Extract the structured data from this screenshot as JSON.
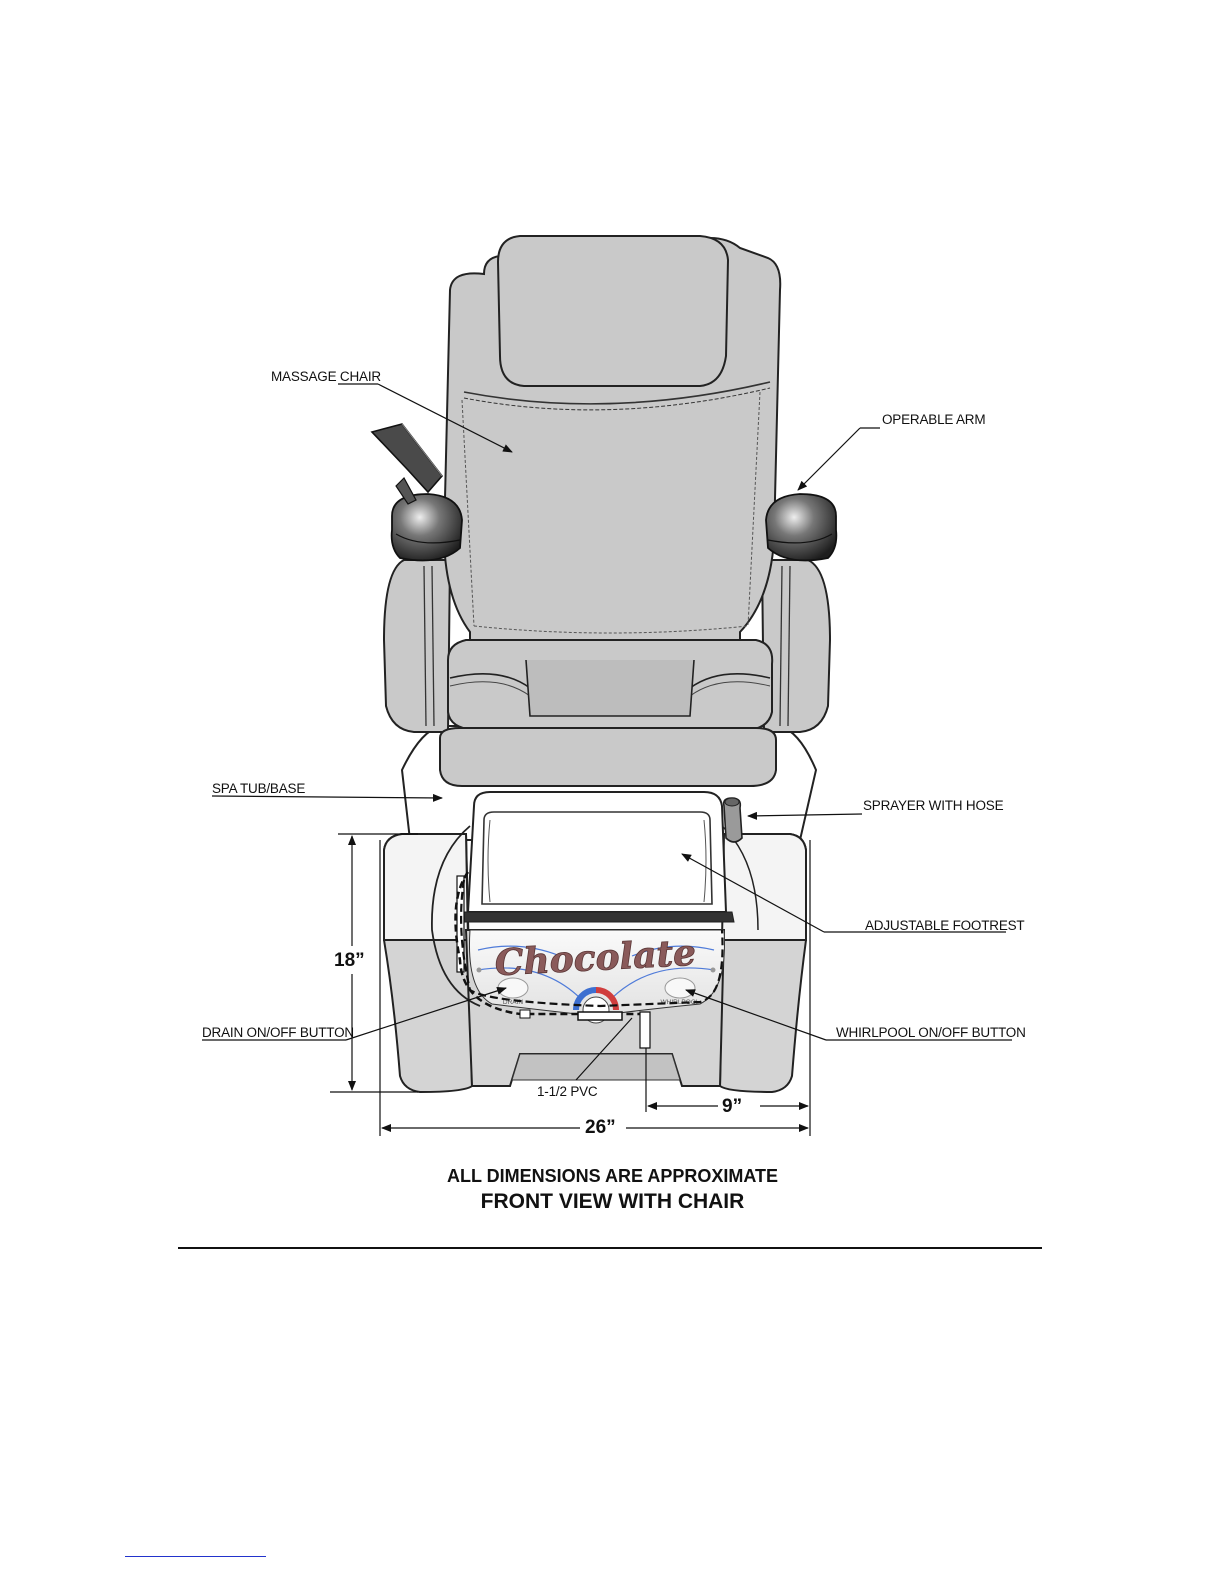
{
  "labels": {
    "massage_chair": "MASSAGE CHAIR",
    "operable_arm": "OPERABLE ARM",
    "spa_tub_base": "SPA TUB/BASE",
    "sprayer_with_hose": "SPRAYER WITH HOSE",
    "adjustable_footrest": "ADJUSTABLE FOOTREST",
    "drain_button": "DRAIN ON/OFF BUTTON",
    "whirlpool_button": "WHIRLPOOL ON/OFF BUTTON",
    "pvc": "1-1/2 PVC"
  },
  "panel": {
    "brand": "Chocolate",
    "drain": "DRAIN",
    "whirlpool": "WHIRLPOOL"
  },
  "dimensions": {
    "height": "18”",
    "width": "26”",
    "offset": "9”"
  },
  "footer": {
    "approximate_note": "ALL DIMENSIONS ARE APPROXIMATE",
    "view_title": "FRONT VIEW WITH CHAIR"
  },
  "colors": {
    "chair_fill": "#c9c9c9",
    "base_fill": "#d4d4d4",
    "panel_fill": "#eeeeee",
    "arm_cap": "#4a4a4a",
    "brand_text": "#8a5a5a"
  }
}
